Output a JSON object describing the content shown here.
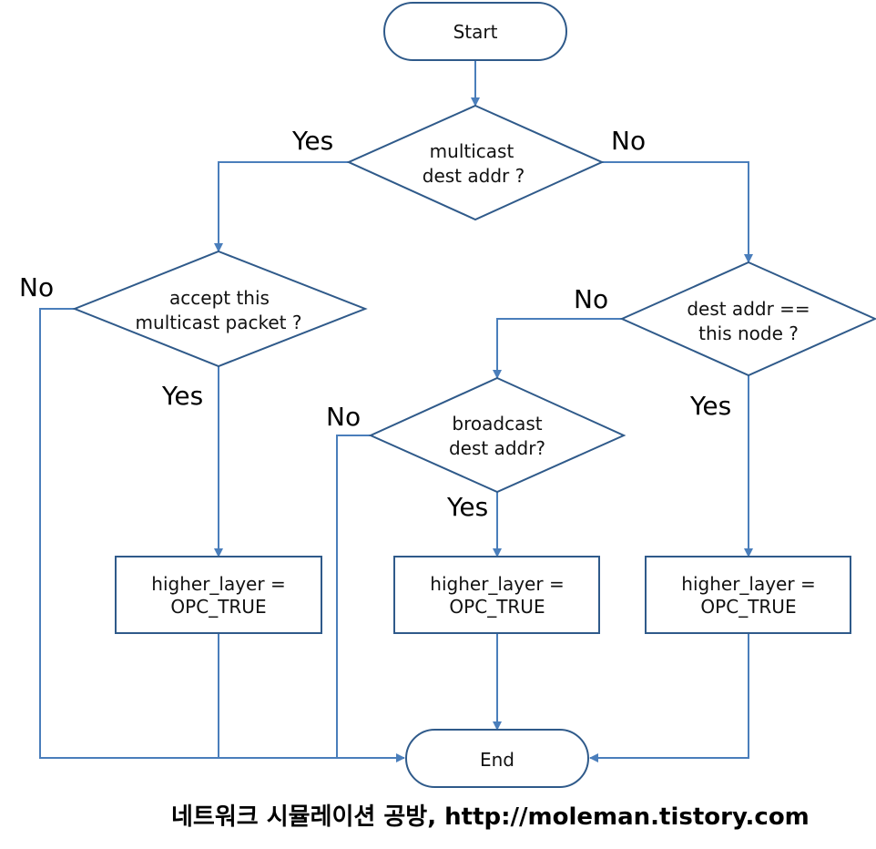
{
  "nodes": {
    "start": "Start",
    "multicast_q": [
      "multicast",
      "dest addr ?"
    ],
    "accept_q": [
      "accept this",
      "multicast packet ?"
    ],
    "dest_q": [
      "dest addr ==",
      "this node ?"
    ],
    "broadcast_q": [
      "broadcast",
      "dest addr?"
    ],
    "box_left": [
      "higher_layer =",
      "OPC_TRUE"
    ],
    "box_mid": [
      "higher_layer =",
      "OPC_TRUE"
    ],
    "box_right": [
      "higher_layer =",
      "OPC_TRUE"
    ],
    "end": "End"
  },
  "edge_labels": {
    "multicast_yes": "Yes",
    "multicast_no": "No",
    "accept_no": "No",
    "accept_yes": "Yes",
    "dest_no": "No",
    "dest_yes": "Yes",
    "broadcast_no": "No",
    "broadcast_yes": "Yes"
  },
  "footer": "네트워크 시뮬레이션 공방, http://moleman.tistory.com",
  "colors": {
    "line": "#4a7ebb",
    "shape_stroke": "#2f5a8a",
    "fill": "#ffffff"
  }
}
